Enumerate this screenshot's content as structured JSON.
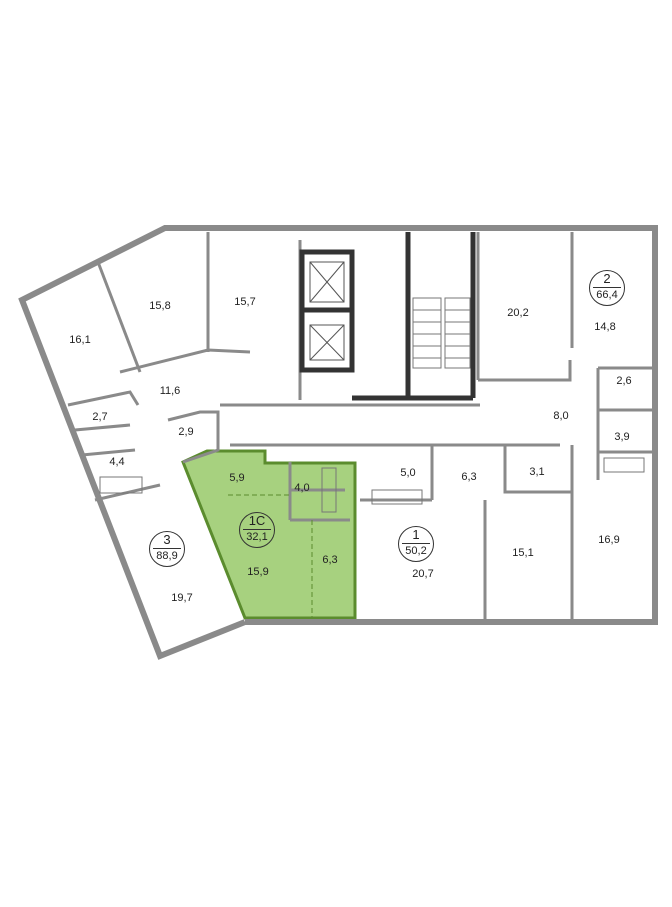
{
  "colors": {
    "wall": "#8a8a8a",
    "wall_dark": "#333333",
    "highlight": "#a7d17f",
    "highlight_border": "#5b8c2e"
  },
  "apartments": [
    {
      "number": "1С",
      "area": "32,1"
    },
    {
      "number": "3",
      "area": "88,9"
    },
    {
      "number": "1",
      "area": "50,2"
    },
    {
      "number": "2",
      "area": "66,4"
    }
  ],
  "rooms": [
    "16,1",
    "15,8",
    "15,7",
    "11,6",
    "2,7",
    "4,4",
    "2,9",
    "5,9",
    "4,0",
    "15,9",
    "6,3",
    "19,7",
    "5,0",
    "6,3",
    "3,1",
    "20,2",
    "14,8",
    "2,6",
    "8,0",
    "3,9",
    "16,9",
    "15,1",
    "20,7"
  ]
}
